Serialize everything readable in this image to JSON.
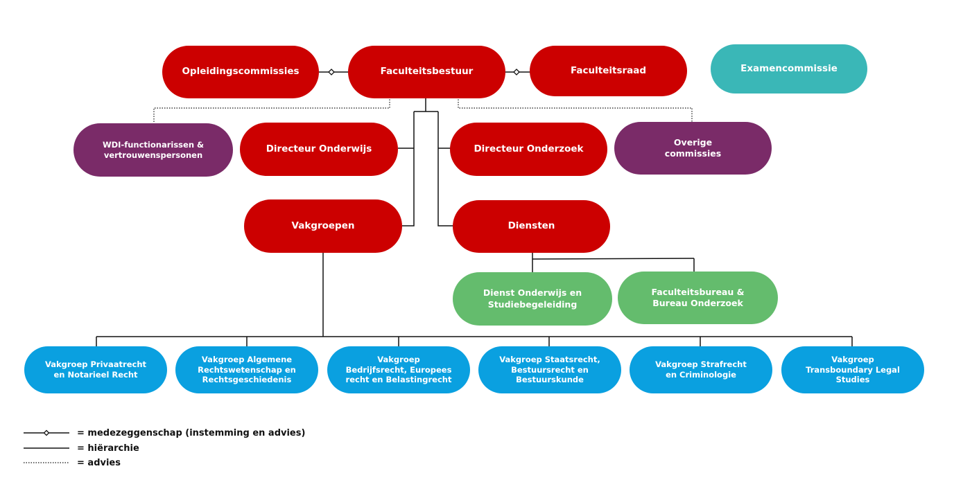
{
  "colors": {
    "leadership": "#cc0000",
    "exam_committee": "#3ab7b7",
    "advisory": "#7a2b68",
    "services": "#64bc6d",
    "departments": "#0aa0e0",
    "lines": "#111111"
  },
  "top_row": {
    "opleidingscommissies": "Opleidingscommissies",
    "faculteitsbestuur": "Faculteitsbestuur",
    "faculteitsraad": "Faculteitsraad",
    "examencommissie": "Examencommissie"
  },
  "second_row": {
    "wdi": "WDI-functionarissen & vertrouwenspersonen",
    "directeur_onderwijs": "Directeur Onderwijs",
    "directeur_onderzoek": "Directeur Onderzoek",
    "overige": "Overige commissies"
  },
  "third_row": {
    "vakgroepen": "Vakgroepen",
    "diensten": "Diensten"
  },
  "services": {
    "dienst_onderwijs": "Dienst Onderwijs en Studiebegeleiding",
    "faculteitsbureau": "Faculteitsbureau & Bureau Onderzoek"
  },
  "departments": [
    "Vakgroep Privaatrecht en Notarieel Recht",
    "Vakgroep Algemene Rechtswetenschap en Rechtsgeschiedenis",
    "Vakgroep Bedrijfsrecht, Europees recht en Belastingrecht",
    "Vakgroep Staatsrecht, Bestuursrecht en Bestuurskunde",
    "Vakgroep Strafrecht en Criminologie",
    "Vakgroep Transboundary Legal Studies"
  ],
  "legend": [
    {
      "symbol": "diamond-line",
      "label": "= medezeggenschap (instemming en advies)"
    },
    {
      "symbol": "solid-line",
      "label": "= hiërarchie"
    },
    {
      "symbol": "dotted-line",
      "label": "= advies"
    }
  ]
}
